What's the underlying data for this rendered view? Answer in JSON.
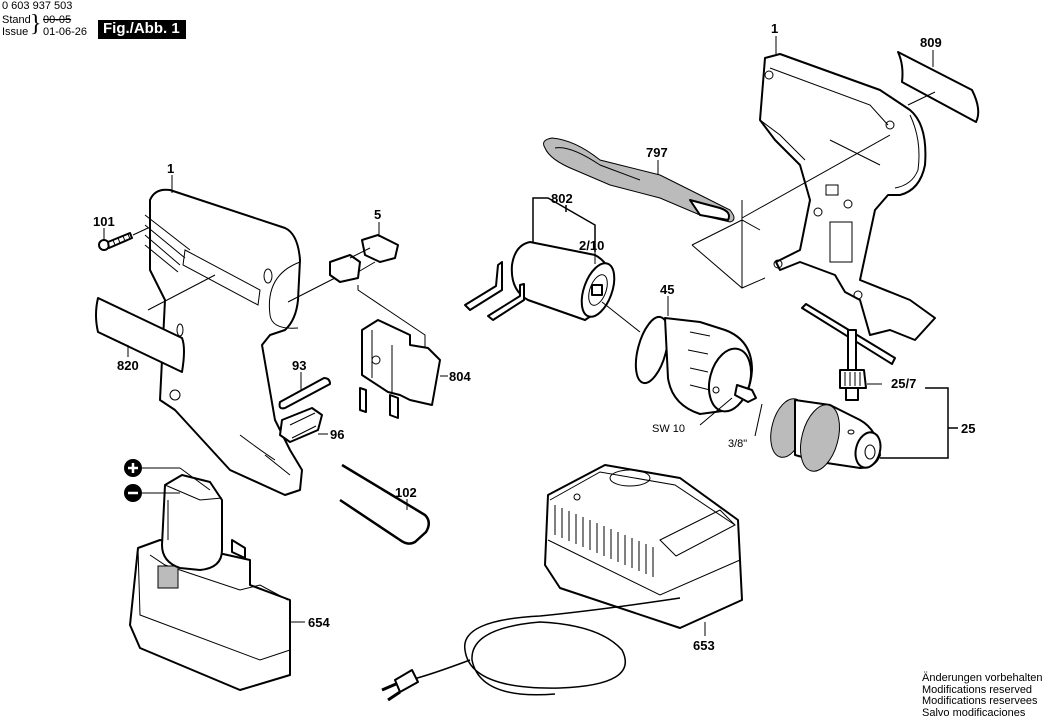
{
  "header": {
    "part_number": "0 603 937 503",
    "stand_label": "Stand",
    "issue_label": "Issue",
    "stand_old_date": "00-05",
    "issue_date": "01-06-26",
    "figure_badge": "Fig./Abb. 1"
  },
  "footer": {
    "lines": [
      "Änderungen vorbehalten",
      "Modifications reserved",
      "Modifications reservees",
      "Salvo modificaciones"
    ]
  },
  "labels": {
    "housing_left": "1",
    "housing_right": "1",
    "screw": "101",
    "nameplate_left": "820",
    "switch_actuator": "5",
    "bit": "93",
    "bit_holder": "96",
    "switch": "804",
    "belt_clip": "797",
    "motor_assembly": "802",
    "motor": "2/10",
    "gearbox": "45",
    "wrench_size": "SW 10",
    "thread_size": "3/8\"",
    "nameplate_right": "809",
    "chuck_key": "25/7",
    "chuck": "25",
    "wire_clip": "102",
    "battery": "654",
    "charger": "653",
    "plus": "+",
    "minus": "−"
  }
}
